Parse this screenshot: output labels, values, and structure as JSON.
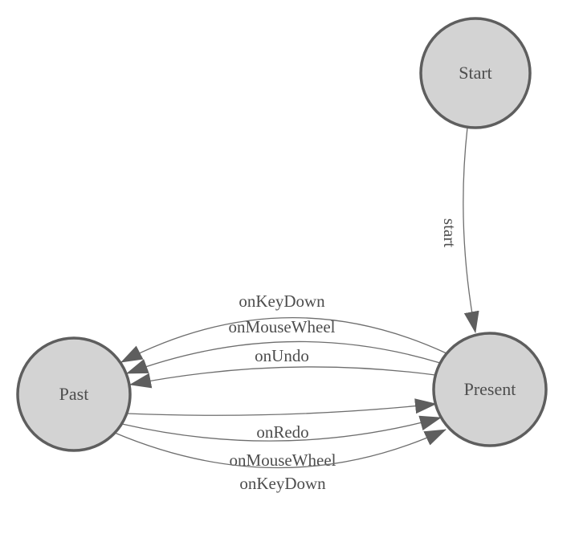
{
  "diagram": {
    "type": "finite-state-machine",
    "background": "#ffffff",
    "colors": {
      "node_fill": "#d3d3d3",
      "node_stroke": "#5e5e5e",
      "edge_stroke": "#6e6e6e",
      "arrow_fill": "#5e5e5e",
      "label_text": "#4d4d4d"
    },
    "nodes": [
      {
        "id": "start",
        "label": "Start"
      },
      {
        "id": "present",
        "label": "Present"
      },
      {
        "id": "past",
        "label": "Past"
      }
    ],
    "edges": [
      {
        "from": "start",
        "to": "present",
        "label": "start"
      },
      {
        "from": "present",
        "to": "past",
        "label": "onKeyDown"
      },
      {
        "from": "present",
        "to": "past",
        "label": "onMouseWheel"
      },
      {
        "from": "present",
        "to": "past",
        "label": "onUndo"
      },
      {
        "from": "past",
        "to": "present",
        "label": "onRedo"
      },
      {
        "from": "past",
        "to": "present",
        "label": "onMouseWheel"
      },
      {
        "from": "past",
        "to": "present",
        "label": "onKeyDown"
      }
    ]
  }
}
